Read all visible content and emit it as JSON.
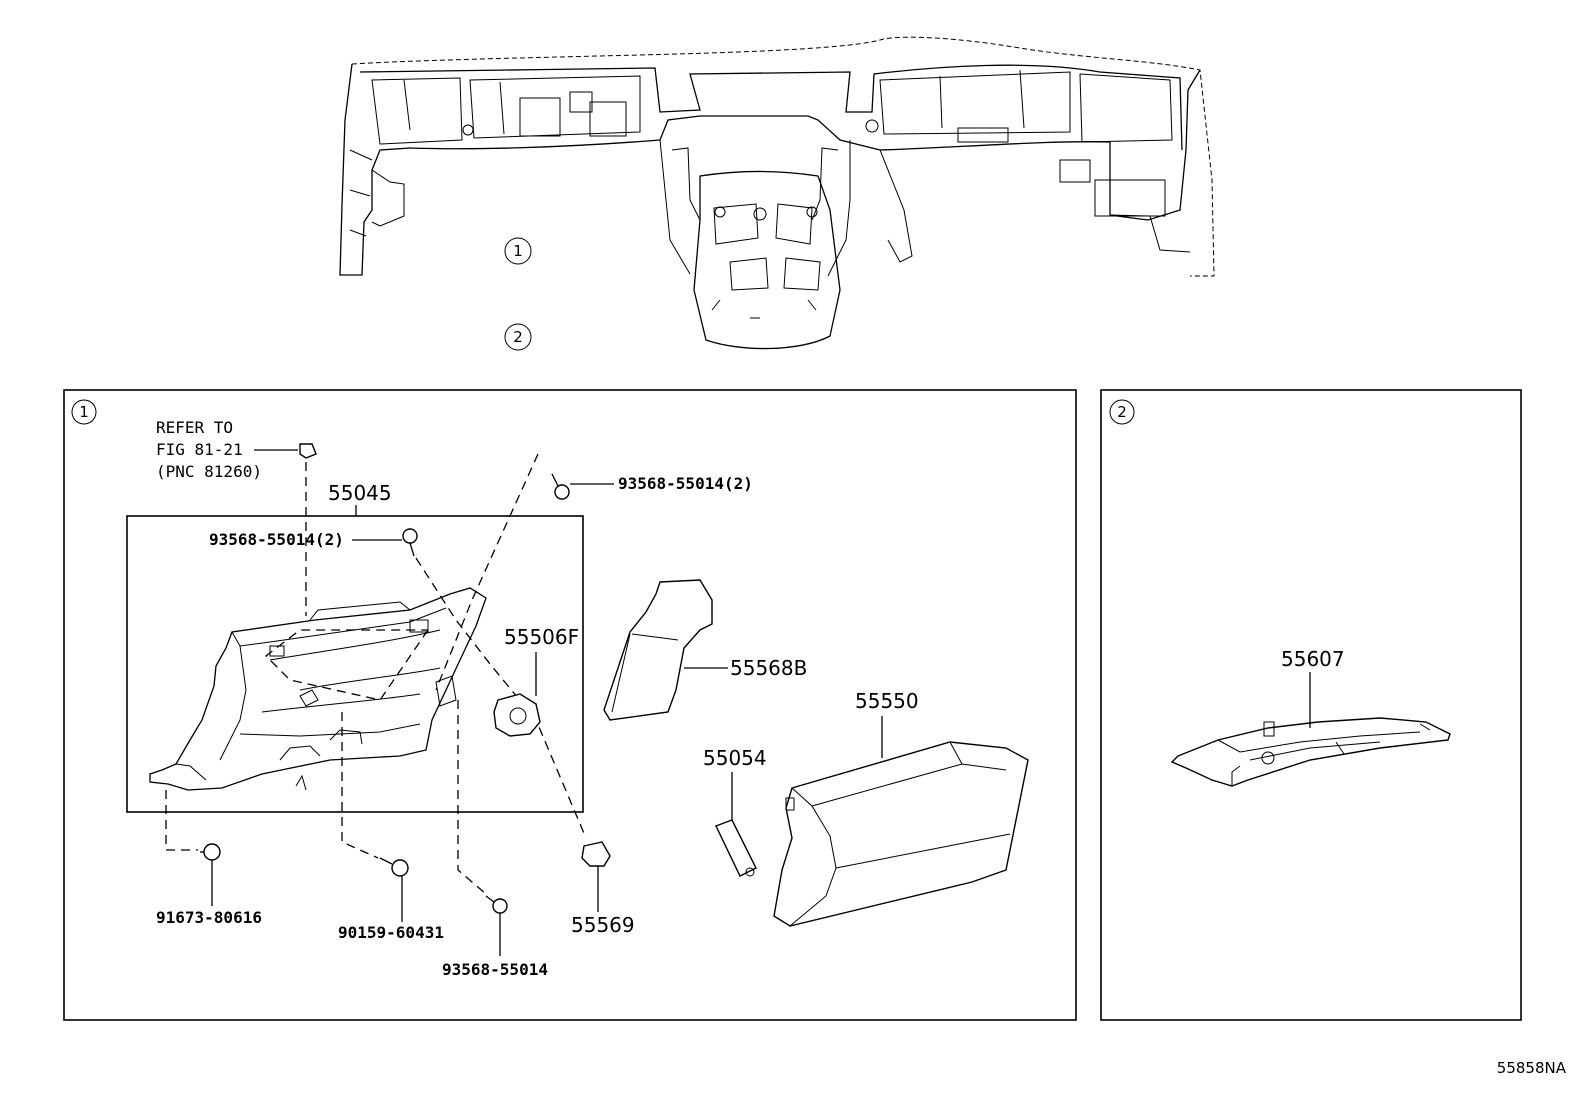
{
  "callouts": {
    "one": "1",
    "two": "2"
  },
  "refer": {
    "line1": "REFER TO",
    "line2": "FIG 81-21",
    "line3": "(PNC 81260)"
  },
  "parts": {
    "p55045": "55045",
    "screw_upper": "93568-55014(2)",
    "screw_inner": "93568-55014(2)",
    "p55506F": "55506F",
    "p55568B": "55568B",
    "p55550": "55550",
    "p55054": "55054",
    "p91673": "91673-80616",
    "p90159": "90159-60431",
    "p93568": "93568-55014",
    "p55569": "55569",
    "p55607": "55607"
  },
  "diagram_code": "55858NA"
}
